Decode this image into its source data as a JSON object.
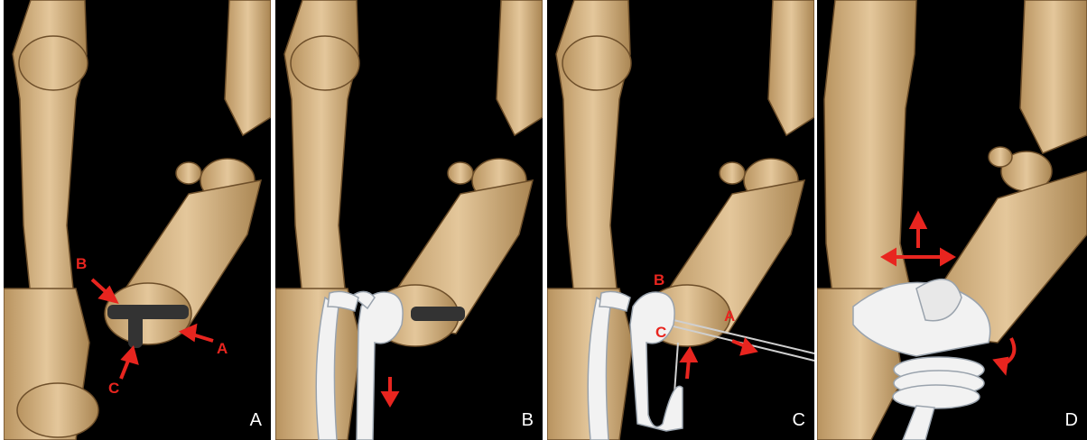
{
  "figure": {
    "panels": [
      {
        "letter": "A",
        "markers": [
          "A",
          "B",
          "C"
        ]
      },
      {
        "letter": "B",
        "markers": []
      },
      {
        "letter": "C",
        "markers": [
          "A",
          "B",
          "C"
        ]
      },
      {
        "letter": "D",
        "markers": []
      }
    ],
    "colors": {
      "background": "#000000",
      "bone": "#d9b98a",
      "marker": "#e8251f",
      "graft": "#f2f2f2",
      "tunnel": "#333333"
    }
  }
}
